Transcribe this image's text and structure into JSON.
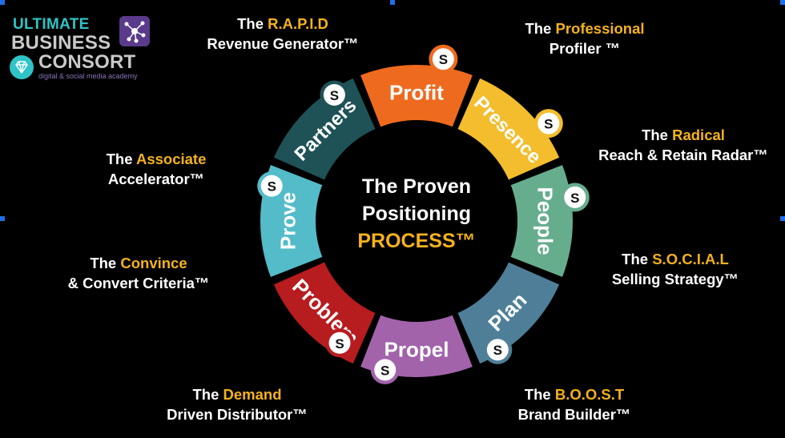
{
  "logo": {
    "line1": "ULTIMATE",
    "line2": "BUSINESS",
    "line3": "CONSORT",
    "tagline": "digital & social media academy"
  },
  "center": {
    "line1": "The Proven",
    "line2": "Positioning",
    "line3": "PROCESS™"
  },
  "badge_symbol": "S",
  "segments": [
    {
      "label": "Profit",
      "color": "#ee6a1e"
    },
    {
      "label": "Presence",
      "color": "#f3bd2d"
    },
    {
      "label": "People",
      "color": "#66ad8e"
    },
    {
      "label": "Plan",
      "color": "#4f7f98"
    },
    {
      "label": "Propel",
      "color": "#a263ab"
    },
    {
      "label": "Problem",
      "color": "#b71c1f"
    },
    {
      "label": "Prove",
      "color": "#53bcc8"
    },
    {
      "label": "Partners",
      "color": "#1e5257"
    }
  ],
  "labels": {
    "profit": {
      "prefix": "The ",
      "accent": "R.A.P.I.D",
      "line2": "Revenue Generator™"
    },
    "presence": {
      "prefix": "The ",
      "accent": "Professional",
      "line2": "Profiler ™"
    },
    "people": {
      "prefix": "The ",
      "accent": "Radical",
      "line2": "Reach & Retain Radar™"
    },
    "plan": {
      "prefix": "The ",
      "accent": "S.O.C.I.A.L",
      "line2": "Selling Strategy™"
    },
    "propel": {
      "prefix": "The ",
      "accent": "B.O.O.S.T",
      "line2": "Brand Builder™"
    },
    "problem": {
      "prefix": "The ",
      "accent": "Demand",
      "line2": "Driven Distributor™"
    },
    "prove": {
      "prefix": "The ",
      "accent": "Convince",
      "line2": "& Convert Criteria™"
    },
    "partners": {
      "prefix": "The ",
      "accent": "Associate",
      "line2": "Accelerator™"
    }
  },
  "colors": {
    "accent": "#f5b21c",
    "background": "#000000",
    "text": "#ffffff"
  }
}
